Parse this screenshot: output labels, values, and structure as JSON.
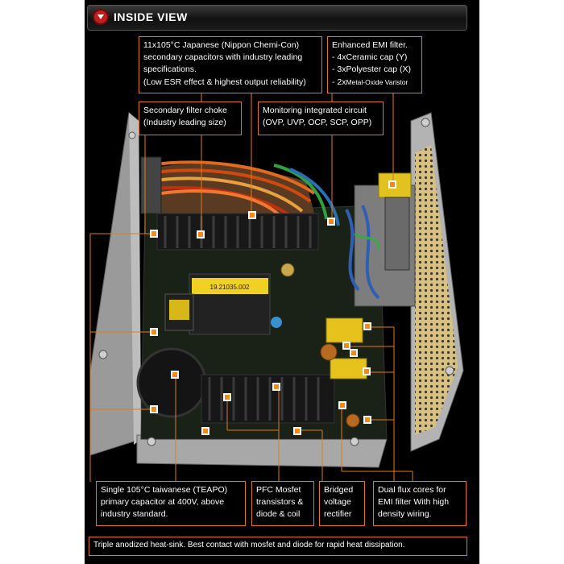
{
  "header": {
    "title": "INSIDE VIEW"
  },
  "callouts": {
    "capacitors": {
      "line1": "11x105°C Japanese (Nippon Chemi-Con)",
      "line2": "secondary capacitors with industry leading",
      "line3": "specifications.",
      "line4": "(Low ESR effect & highest output reliability)"
    },
    "emi": {
      "line1": "Enhanced EMI filter.",
      "line2": "- 4xCeramic cap (Y)",
      "line3": "- 3xPolyester cap (X)",
      "line4_prefix": "- 2x",
      "line4_small": "Metal-Oxide Varistor"
    },
    "choke": {
      "line1": "Secondary filter choke",
      "line2": "(Industry leading size)"
    },
    "monitor": {
      "line1": "Monitoring integrated circuit",
      "line2": "(OVP, UVP, OCP, SCP, OPP)"
    },
    "primary": {
      "line1": "Single 105°C taiwanese (TEAPO)",
      "line2": "primary capacitor at 400V, above",
      "line3": "industry standard."
    },
    "pfc": {
      "line1": "PFC Mosfet",
      "line2": "transistors &",
      "line3": "diode & coil"
    },
    "bridge": {
      "line1": "Bridged",
      "line2": "voltage",
      "line3": "rectifier"
    },
    "flux": {
      "line1": "Dual flux cores for",
      "line2": "EMI filter With high",
      "line3": "density wiring."
    },
    "heatsink": {
      "line1": "Triple anodized heat-sink. Best contact with mosfet and diode for rapid heat dissipation."
    }
  },
  "board_label": "19.21035.002",
  "colors": {
    "accent": "#f48a1e",
    "border": "#e07a18",
    "background": "#000000"
  }
}
